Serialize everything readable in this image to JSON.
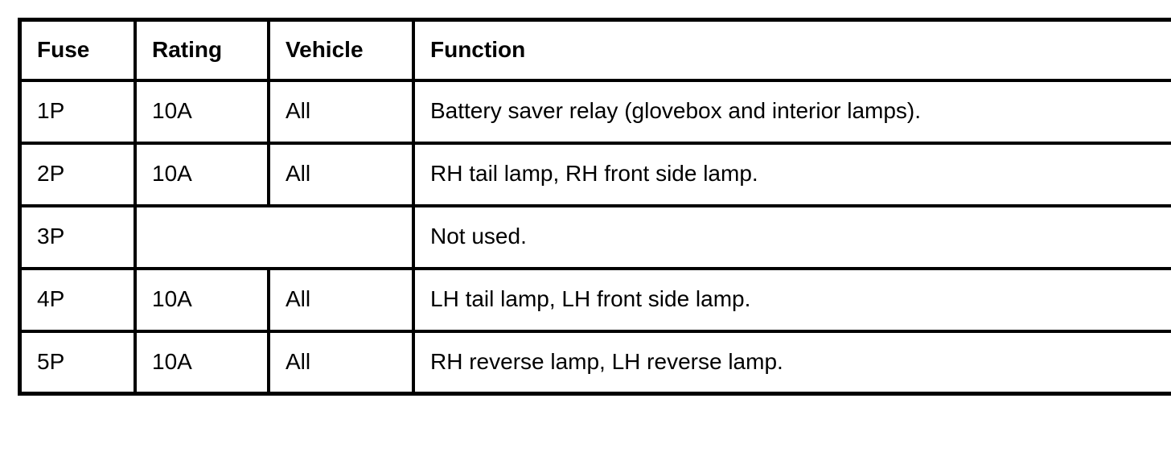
{
  "colors": {
    "border": "#000000",
    "background": "#ffffff",
    "text": "#000000"
  },
  "table": {
    "columns": [
      "Fuse",
      "Rating",
      "Vehicle",
      "Function"
    ],
    "rows": [
      {
        "fuse": "1P",
        "rating": "10A",
        "vehicle": "All",
        "function": "Battery saver relay (glovebox and interior lamps)."
      },
      {
        "fuse": "2P",
        "rating": "10A",
        "vehicle": "All",
        "function": "RH tail lamp, RH front side lamp."
      },
      {
        "fuse": "3P",
        "rating": "",
        "vehicle": "",
        "function": "Not used."
      },
      {
        "fuse": "4P",
        "rating": "10A",
        "vehicle": "All",
        "function": "LH tail lamp, LH front side lamp."
      },
      {
        "fuse": "5P",
        "rating": "10A",
        "vehicle": "All",
        "function": "RH reverse lamp, LH reverse lamp."
      }
    ]
  }
}
